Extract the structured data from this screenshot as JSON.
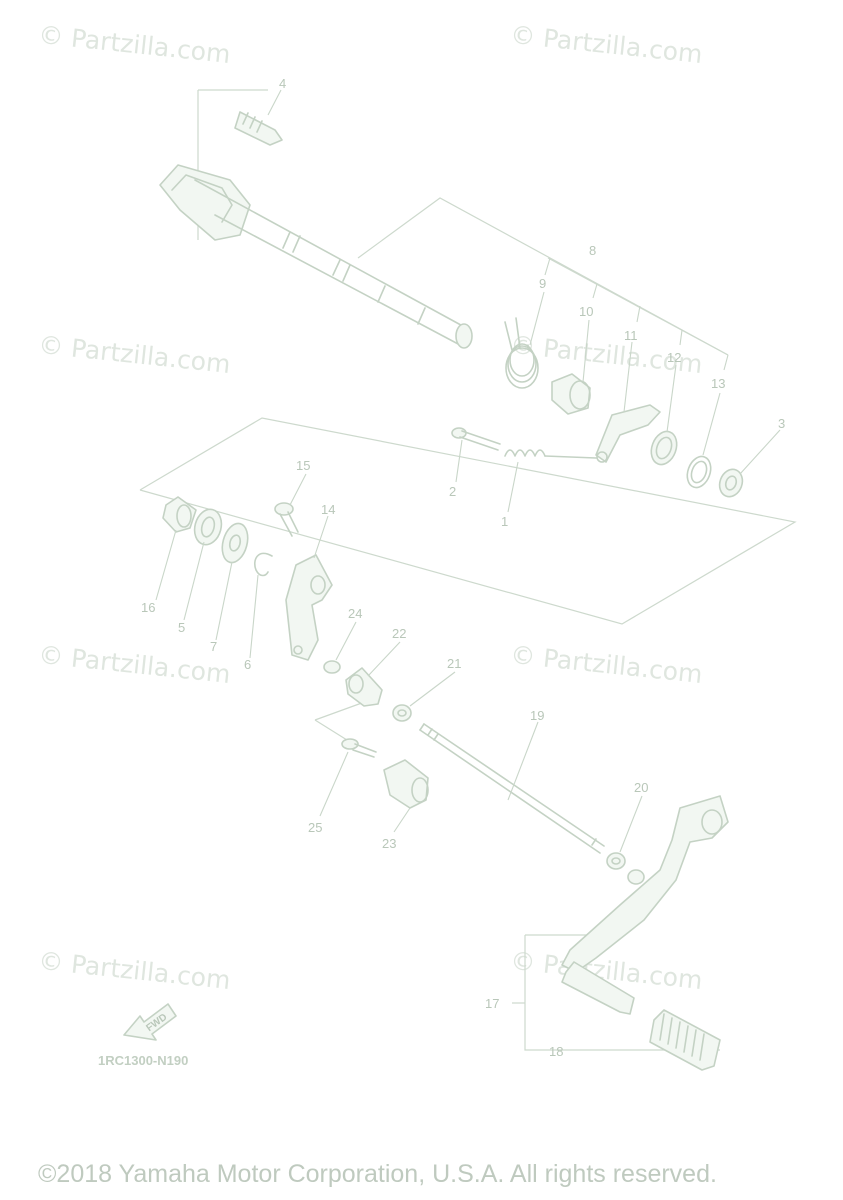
{
  "watermark": "© Partzilla.com",
  "callouts": [
    "1",
    "2",
    "3",
    "4",
    "8",
    "9",
    "10",
    "11",
    "12",
    "13",
    "14",
    "15",
    "16",
    "5",
    "7",
    "6",
    "24",
    "22",
    "21",
    "19",
    "25",
    "23",
    "20",
    "17",
    "18"
  ],
  "fwd_label": "FWD",
  "diagram_code": "1RC1300-N190",
  "copyright": "©2018 Yamaha Motor Corporation, U.S.A. All rights reserved.",
  "colors": {
    "line": "#c4d2c4",
    "watermark": "#dfe6df",
    "text": "#b9c7b9"
  }
}
